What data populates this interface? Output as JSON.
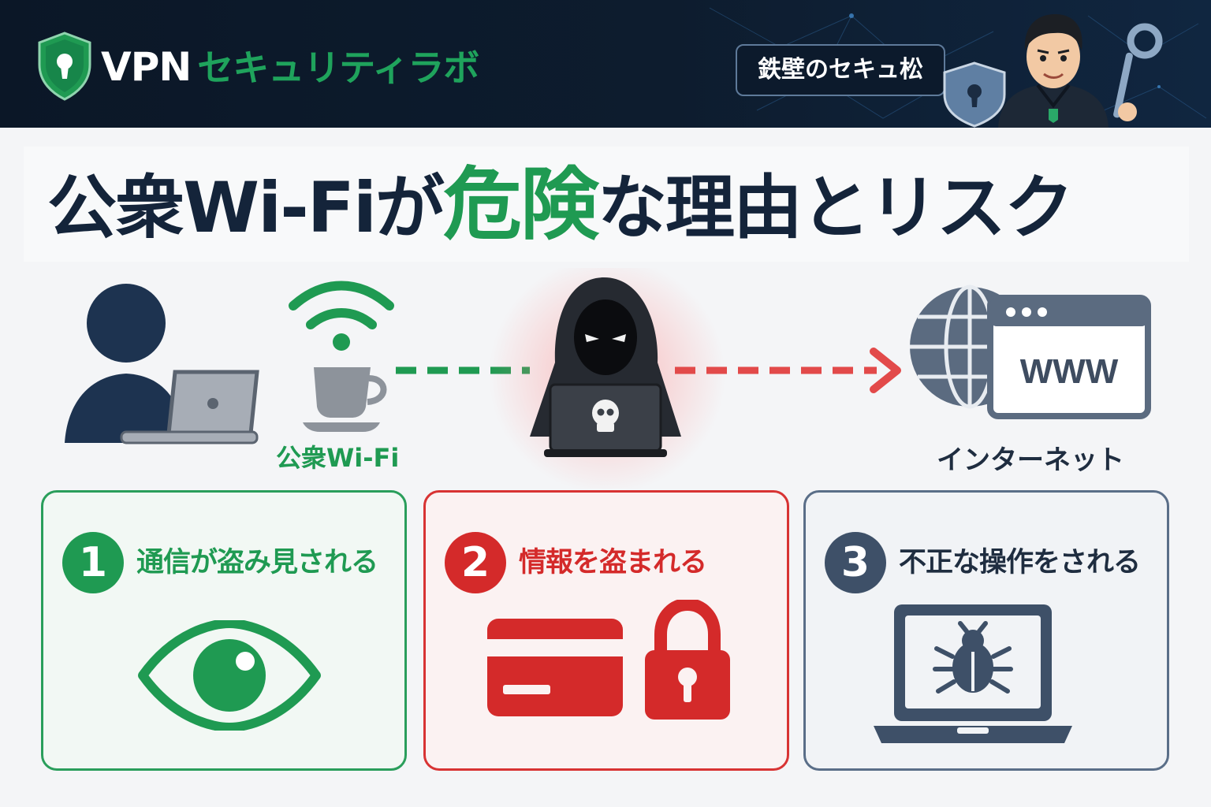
{
  "header": {
    "brand_primary": "VPN",
    "brand_secondary": "セキュリティラボ",
    "mascot_name": "鉄壁のセキュ松"
  },
  "headline": {
    "part1": "公衆Wi-Fiが",
    "highlight": "危険",
    "part2": "な理由とリスク"
  },
  "diagram": {
    "wifi_label": "公衆Wi-Fi",
    "browser_text": "WWW",
    "internet_label": "インターネット"
  },
  "risks": [
    {
      "number": "1",
      "title": "通信が盗み見される",
      "icon": "eye-icon"
    },
    {
      "number": "2",
      "title": "情報を盗まれる",
      "icon": "credit-card-and-lock-icon"
    },
    {
      "number": "3",
      "title": "不正な操作をされる",
      "icon": "laptop-with-bug-icon"
    }
  ],
  "colors": {
    "green": "#1f9a52",
    "red": "#d42a2a",
    "navy": "#14243a",
    "slate": "#5a6e88",
    "header_bg": "#0b1727"
  }
}
